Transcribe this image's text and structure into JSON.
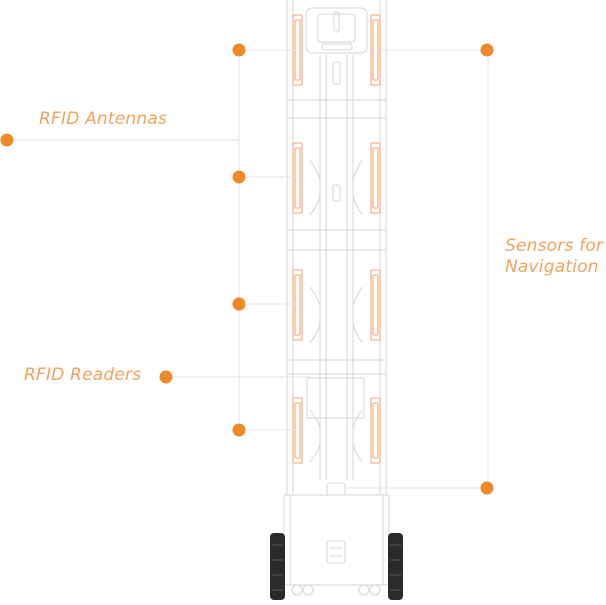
{
  "labels": {
    "rfid_antennas": "RFID Antennas",
    "rfid_readers": "RFID Readers",
    "sensors_line1": "Sensors for",
    "sensors_line2": "Navigation"
  },
  "colors": {
    "accent": "#ef8a2a",
    "label_text": "#f2a25a",
    "structure_line": "#cfcfcf",
    "antenna_outline": "#f3b38a",
    "wheel": "#2a2a2a"
  }
}
